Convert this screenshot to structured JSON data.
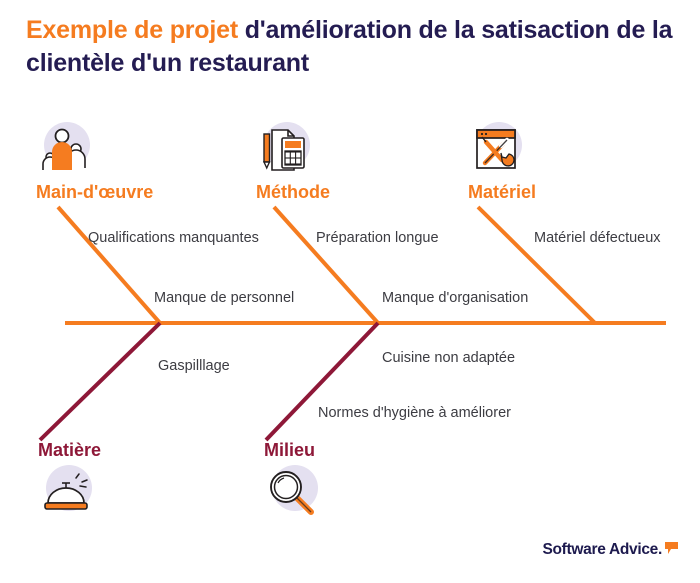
{
  "title": {
    "accent": "Exemple de projet",
    "rest": " d'amélioration de la satisaction de la clientèle d'un restaurant"
  },
  "colors": {
    "orange": "#f57c20",
    "navy": "#241c52",
    "maroon": "#8e1838",
    "lavender": "#e4e0f0",
    "cause_text": "#3c3c42"
  },
  "diagram": {
    "type": "fishbone-ishikawa",
    "categories": [
      {
        "label": "Main-d'œuvre",
        "icon": "workforce-people-icon",
        "position": "top",
        "color": "#f57c20"
      },
      {
        "label": "Méthode",
        "icon": "document-calculator-pencil-icon",
        "position": "top",
        "color": "#f57c20"
      },
      {
        "label": "Matériel",
        "icon": "tools-wrench-screwdriver-icon",
        "position": "top",
        "color": "#f57c20"
      },
      {
        "label": "Matière",
        "icon": "service-bell-icon",
        "position": "bottom",
        "color": "#8e1838"
      },
      {
        "label": "Milieu",
        "icon": "magnifying-glass-icon",
        "position": "bottom",
        "color": "#8e1838"
      }
    ],
    "causes": [
      {
        "text": "Qualifications manquantes",
        "category": "Main-d'œuvre"
      },
      {
        "text": "Préparation longue",
        "category": "Méthode"
      },
      {
        "text": "Matériel défectueux",
        "category": "Matériel"
      },
      {
        "text": "Manque de personnel",
        "category": "Main-d'œuvre"
      },
      {
        "text": "Manque d'organisation",
        "category": "Méthode"
      },
      {
        "text": "Gaspilllage",
        "category": "Matière"
      },
      {
        "text": "Cuisine non adaptée",
        "category": "Milieu"
      },
      {
        "text": "Normes d'hygiène à améliorer",
        "category": "Milieu"
      }
    ]
  },
  "footer": {
    "logo_text": "Software Advice.",
    "logo_mark": "speech-bubble-icon"
  }
}
